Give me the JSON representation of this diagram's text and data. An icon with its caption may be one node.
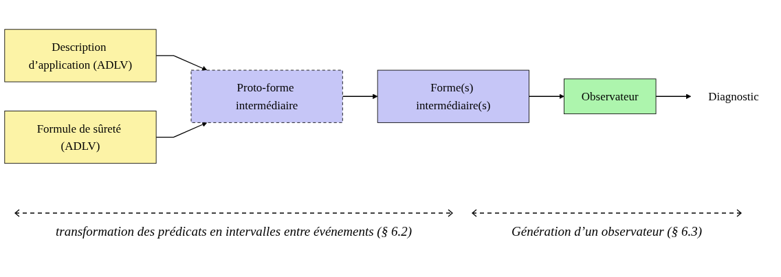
{
  "diagram": {
    "nodes": [
      {
        "text": [
          "Description d’application (ADLV)"
        ]
      },
      {
        "text": [
          "Formule de sûreté (ADLV)"
        ]
      },
      {
        "text": [
          "Proto-forme intermédiaire"
        ]
      },
      {
        "text": [
          "Forme(s) intermédiaire(s)"
        ]
      },
      {
        "text": [
          "Observateur"
        ]
      },
      {
        "text": [
          "Diagnostic"
        ]
      }
    ],
    "edges": [
      {
        "from": 0,
        "to": 2,
        "arrow": "to"
      },
      {
        "from": 1,
        "to": 2,
        "arrow": "to"
      },
      {
        "from": 2,
        "to": 3,
        "arrow": "to"
      },
      {
        "from": 3,
        "to": 4,
        "arrow": "to"
      },
      {
        "from": 4,
        "to": 5,
        "arrow": "to"
      }
    ],
    "labels": [
      "transformation des prédicats en intervalles entre événements (§ 6.2)",
      "Génération d’un observateur (§ 6.3)"
    ]
  }
}
